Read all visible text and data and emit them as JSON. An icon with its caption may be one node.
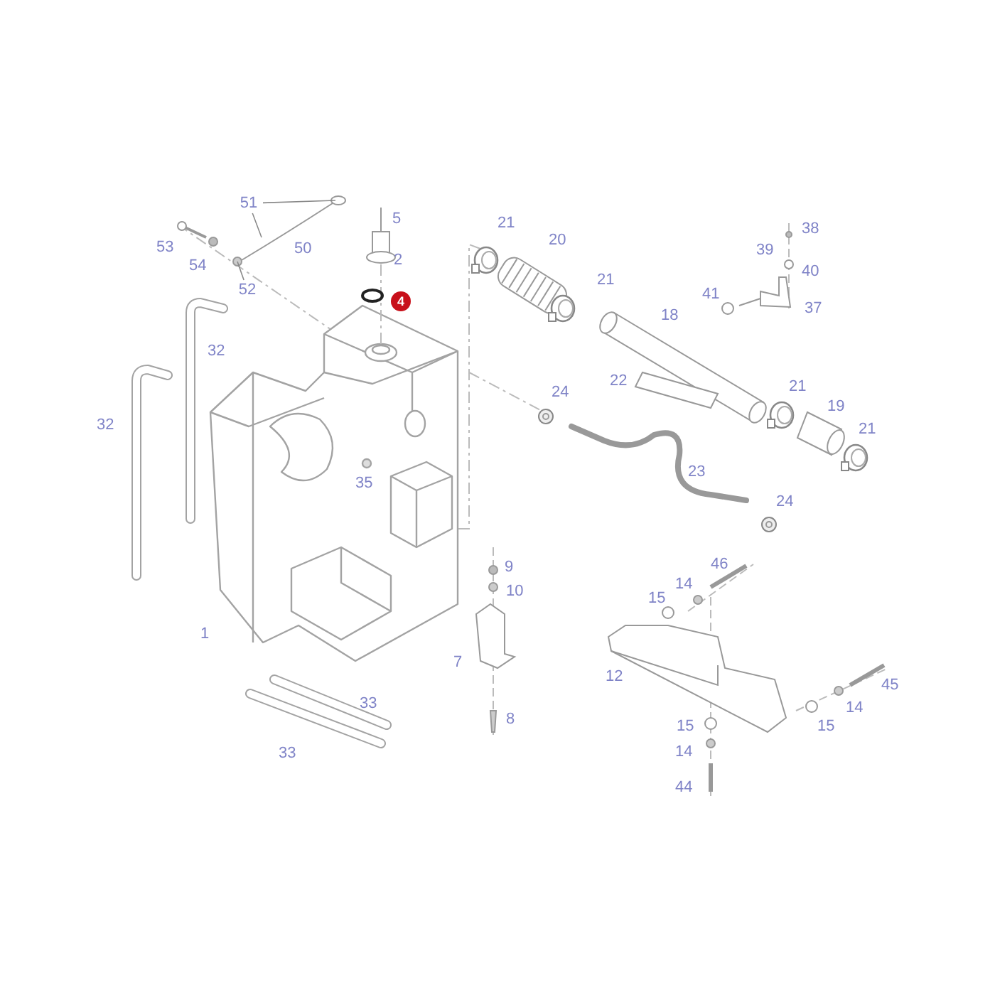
{
  "diagram": {
    "nodes": [
      {
        "text": [
          "51"
        ]
      },
      {
        "text": [
          "52"
        ]
      }
    ],
    "edges": [
      {
        "from": 0,
        "to": null,
        "arrow": "none"
      },
      {
        "from": 0,
        "to": null,
        "arrow": "none"
      },
      {
        "from": 1,
        "to": null,
        "arrow": "none"
      }
    ],
    "labels": [
      "5",
      "21",
      "38",
      "53",
      "54",
      "50",
      "2",
      "20",
      "39",
      "40",
      "21",
      "4",
      "41",
      "37",
      "18",
      "32",
      "22",
      "24",
      "21",
      "19",
      "32",
      "21",
      "23",
      "35",
      "24",
      "9",
      "46",
      "14",
      "10",
      "15",
      "1",
      "7",
      "12",
      "45",
      "33",
      "14",
      "8",
      "15",
      "15",
      "33",
      "14",
      "44"
    ]
  }
}
